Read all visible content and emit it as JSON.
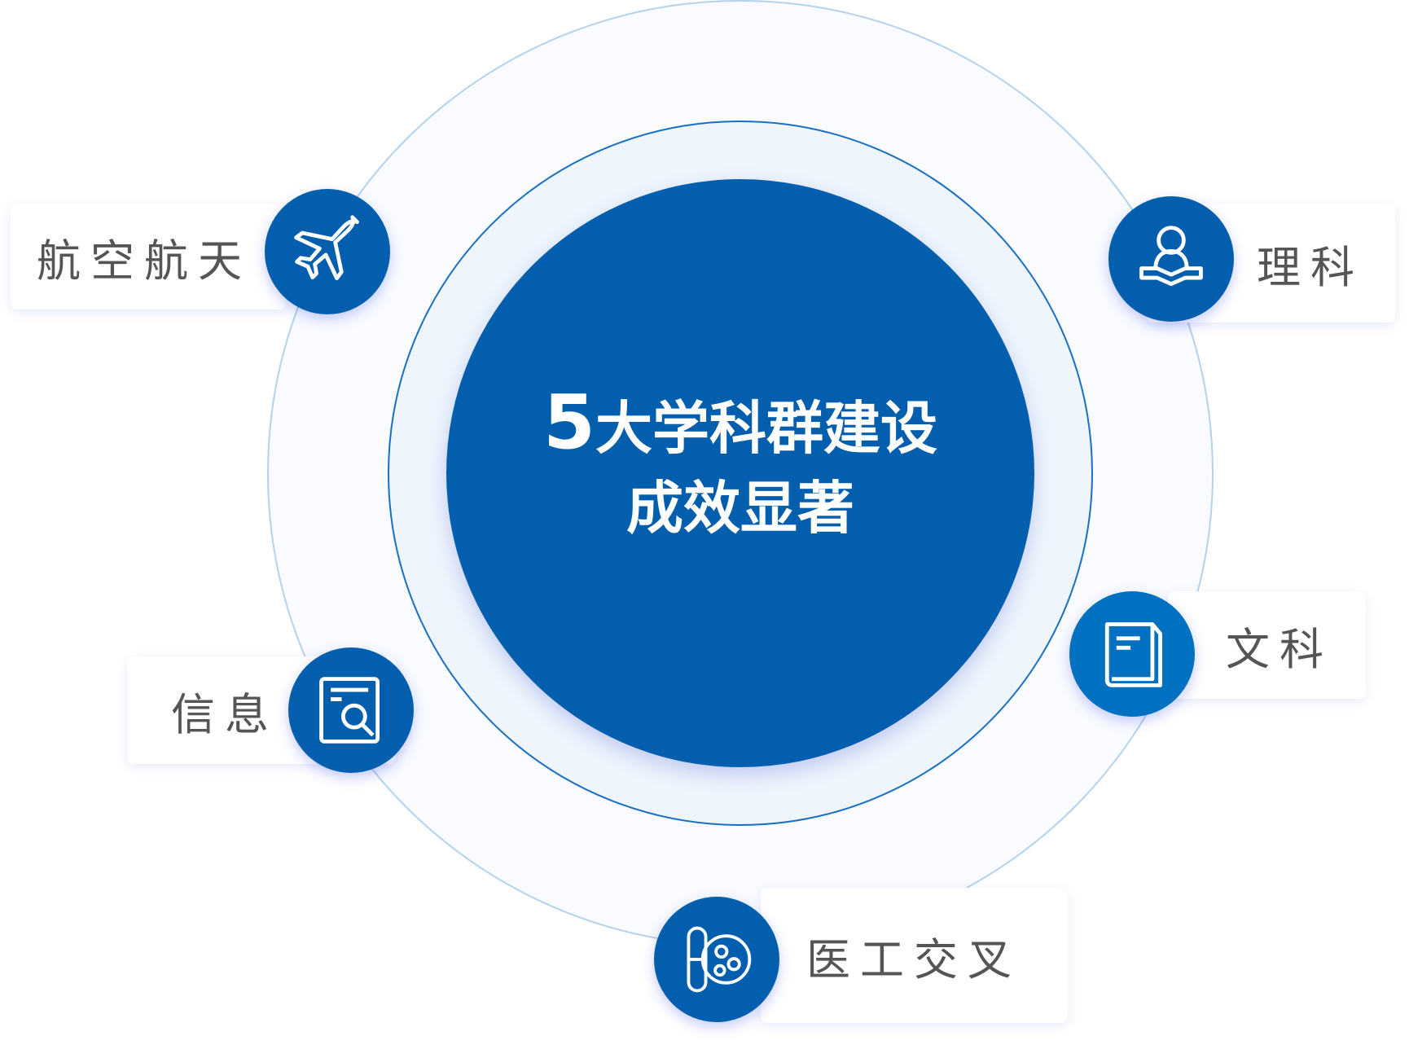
{
  "center": {
    "line1_num": "5",
    "line1_text": "大学科群建设",
    "line2": "成效显著"
  },
  "disciplines": [
    {
      "label": "航空航天",
      "icon": "airplane-icon"
    },
    {
      "label": "理科",
      "icon": "reading-person-icon"
    },
    {
      "label": "文科",
      "icon": "book-icon"
    },
    {
      "label": "信息",
      "icon": "document-search-icon"
    },
    {
      "label": "医工交叉",
      "icon": "capsule-gear-icon"
    }
  ],
  "colors": {
    "primary": "#035EAE",
    "secondary": "#0070C0",
    "ring_fill": "#EEF5FD",
    "outer_fill": "#F9FBFF"
  }
}
